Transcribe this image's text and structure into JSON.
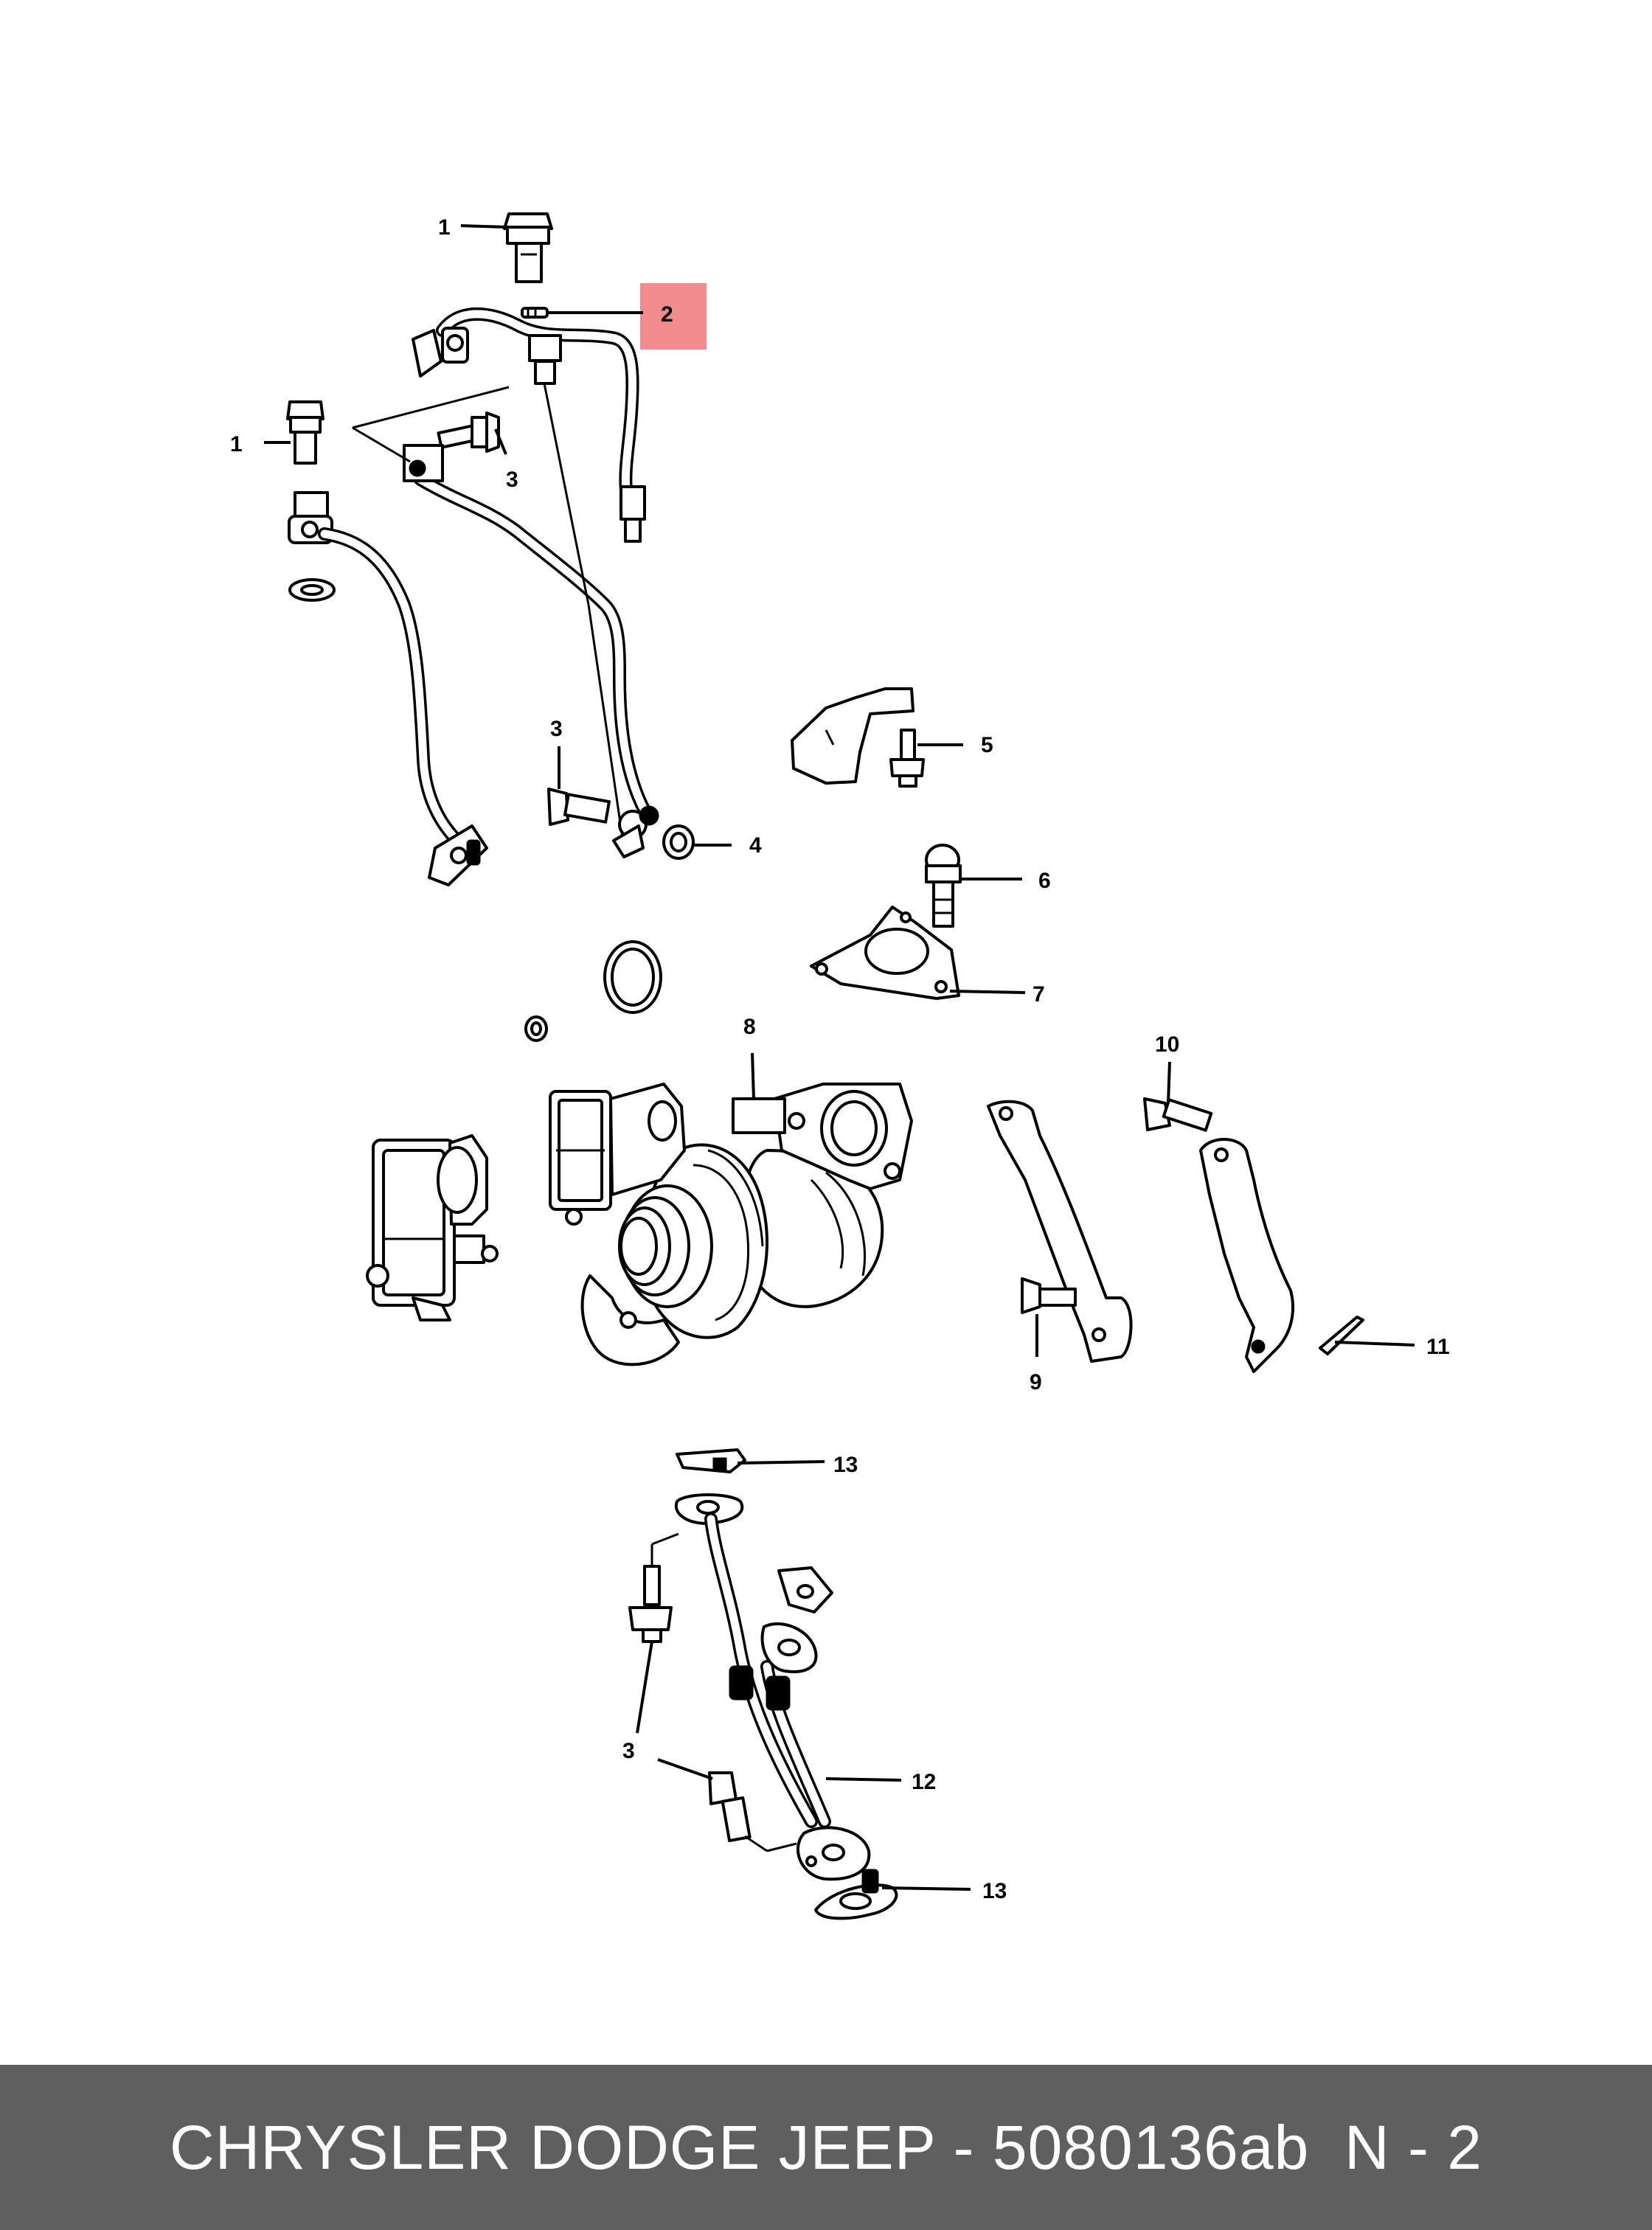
{
  "diagram": {
    "callouts": [
      {
        "id": "c1a",
        "text": "1"
      },
      {
        "id": "c2",
        "text": "2",
        "highlight": true
      },
      {
        "id": "c1b",
        "text": "1"
      },
      {
        "id": "c3a",
        "text": "3"
      },
      {
        "id": "c3b",
        "text": "3"
      },
      {
        "id": "c4",
        "text": "4"
      },
      {
        "id": "c5",
        "text": "5"
      },
      {
        "id": "c6",
        "text": "6"
      },
      {
        "id": "c7",
        "text": "7"
      },
      {
        "id": "c8",
        "text": "8"
      },
      {
        "id": "c10",
        "text": "10"
      },
      {
        "id": "c9",
        "text": "9"
      },
      {
        "id": "c11",
        "text": "11"
      },
      {
        "id": "c13a",
        "text": "13"
      },
      {
        "id": "c3c",
        "text": "3"
      },
      {
        "id": "c12",
        "text": "12"
      },
      {
        "id": "c13b",
        "text": "13"
      }
    ],
    "highlight_color": "#f28b8b"
  },
  "footer": {
    "title": "CHRYSLER DODGE JEEP - 5080136ab",
    "page": "N - 2",
    "background": "#5f5f5f"
  }
}
